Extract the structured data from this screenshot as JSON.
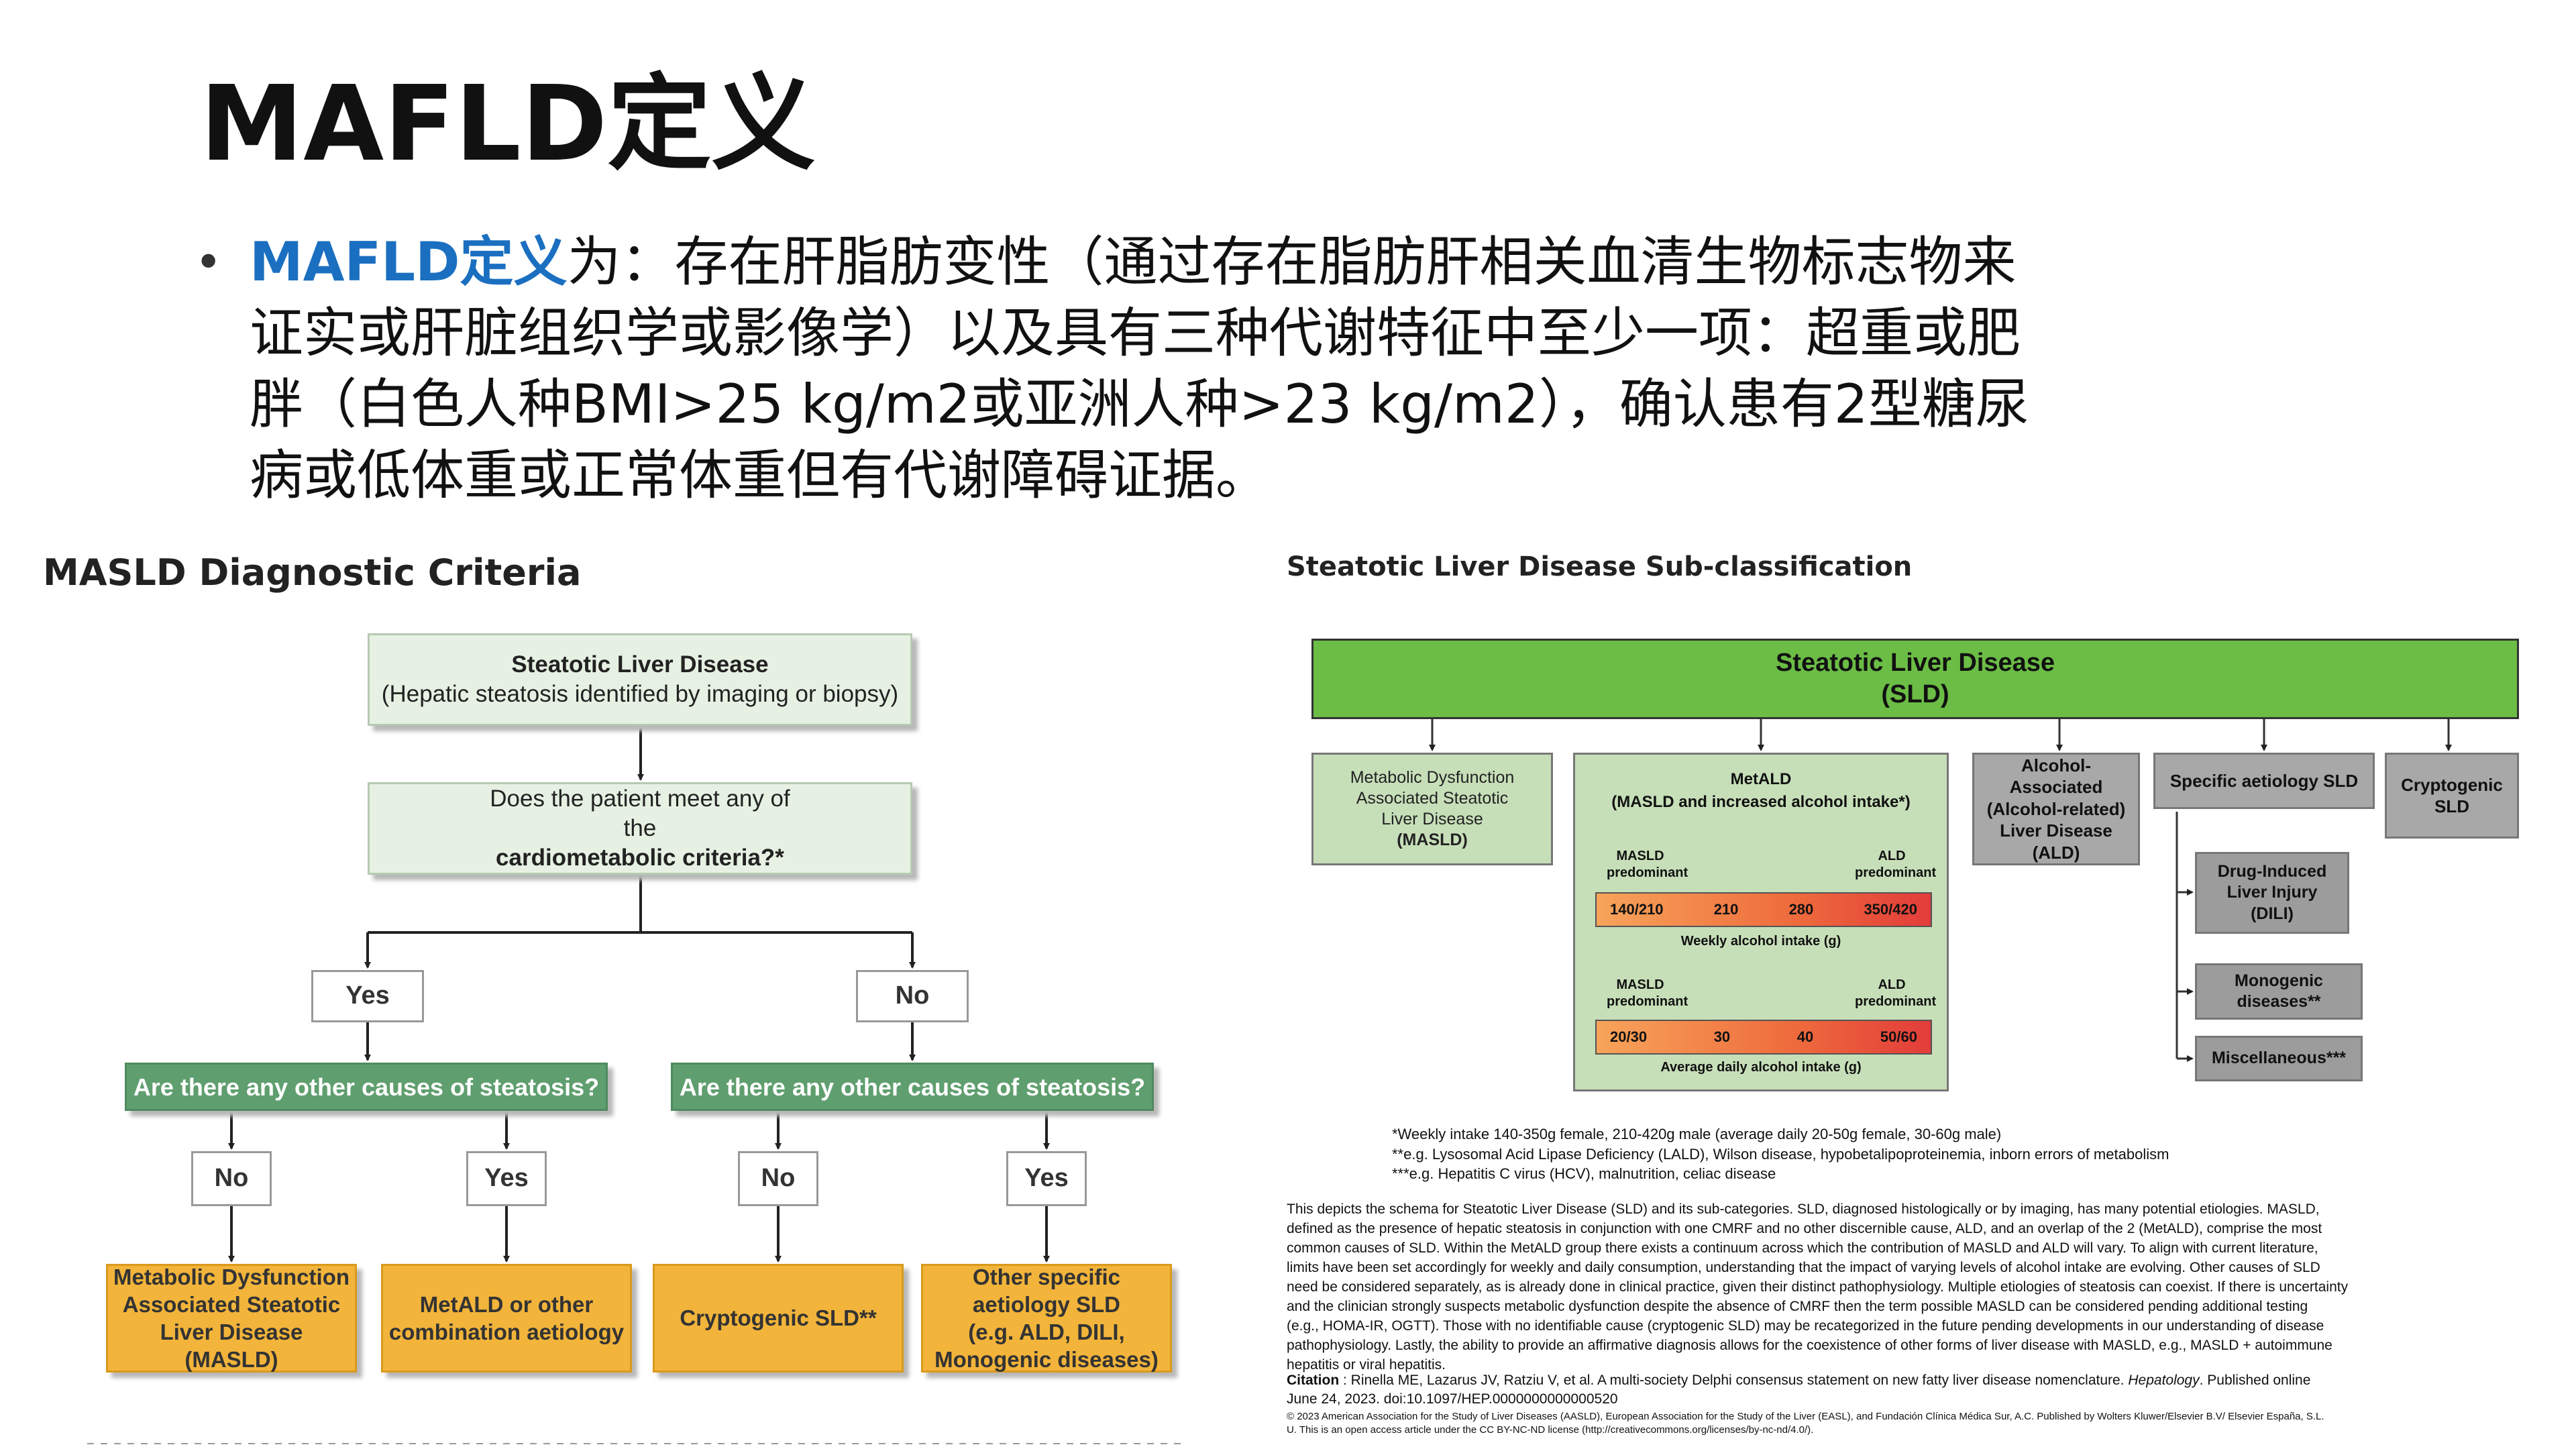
{
  "slide": {
    "title": "MAFLD定义",
    "bullet": {
      "highlight": "MAFLD定义",
      "lines": [
        "为：存在肝脂肪变性（通过存在脂肪肝相关血清生物标志物来",
        "证实或肝脏组织学或影像学）以及具有三种代谢特征中至少一项：超重或肥",
        "胖（白色人种BMI>25 kg/m2或亚洲人种>23 kg/m2），确认患有2型糖尿",
        "病或低体重或正常体重但有代谢障碍证据。"
      ]
    }
  },
  "left_figure": {
    "title": "MASLD Diagnostic Criteria",
    "top_box": {
      "line1": "Steatotic Liver Disease",
      "line2": "(Hepatic steatosis identified by imaging or biopsy)"
    },
    "question_box": {
      "line1": "Does the patient meet any of",
      "line2_prefix": "the ",
      "line2_bold": "cardiometabolic criteria?*"
    },
    "yes_label": "Yes",
    "no_label": "No",
    "left_question": "Are there any other causes of steatosis?",
    "right_question": "Are there any other causes of steatosis?",
    "sub_labels": [
      "No",
      "Yes",
      "No",
      "Yes"
    ],
    "outcomes": [
      {
        "lines": [
          "Metabolic Dysfunction",
          "Associated Steatotic",
          "Liver Disease",
          "(MASLD)"
        ]
      },
      {
        "lines": [
          "MetALD or other",
          "combination aetiology"
        ]
      },
      {
        "lines": [
          "Cryptogenic SLD**"
        ]
      },
      {
        "lines": [
          "Other specific",
          "aetiology SLD",
          "(e.g. ALD, DILI,",
          "Monogenic diseases)"
        ]
      }
    ]
  },
  "right_figure": {
    "title": "Steatotic Liver Disease Sub-classification",
    "top_bar": {
      "line1": "Steatotic Liver Disease",
      "line2": "(SLD)"
    },
    "masld_box": {
      "lines": [
        "Metabolic Dysfunction",
        "Associated Steatotic",
        "Liver Disease",
        "(MASLD)"
      ]
    },
    "metald": {
      "line1": "MetALD",
      "line2": "(MASLD and increased alcohol intake*)",
      "left_label": [
        "MASLD",
        "predominant"
      ],
      "right_label": [
        "ALD",
        "predominant"
      ],
      "weekly_values": [
        "140/210",
        "210",
        "280",
        "350/420"
      ],
      "weekly_caption": "Weekly alcohol intake (g)",
      "daily_values": [
        "20/30",
        "30",
        "40",
        "50/60"
      ],
      "daily_caption": "Average daily alcohol intake (g)"
    },
    "ald_box": {
      "lines": [
        "Alcohol-",
        "Associated",
        "(Alcohol-related)",
        "Liver Disease",
        "(ALD)"
      ]
    },
    "specific_box": {
      "lines": [
        "Specific aetiology SLD"
      ]
    },
    "cryptogenic_box": {
      "lines": [
        "Cryptogenic",
        "SLD"
      ]
    },
    "sub_boxes": [
      {
        "lines": [
          "Drug-Induced",
          "Liver Injury",
          "(DILI)"
        ]
      },
      {
        "lines": [
          "Monogenic",
          "diseases**"
        ]
      },
      {
        "lines": [
          "Miscellaneous***"
        ]
      }
    ],
    "footnotes": [
      "*Weekly intake 140-350g female, 210-420g male (average daily 20-50g female, 30-60g male)",
      "**e.g. Lysosomal Acid Lipase Deficiency (LALD), Wilson disease, hypobetalipoproteinemia, inborn errors of metabolism",
      "***e.g. Hepatitis C virus (HCV), malnutrition, celiac disease"
    ],
    "description_lines": [
      "This depicts the schema for Steatotic Liver Disease (SLD) and its sub-categories. SLD, diagnosed histologically or by imaging, has many potential etiologies. MASLD,",
      "defined as the presence of hepatic steatosis in conjunction with one CMRF and no other discernible cause, ALD, and an overlap of the 2 (MetALD), comprise the most",
      "common causes of SLD. Within the MetALD group there exists a continuum across which the contribution of MASLD and ALD will vary. To align with current literature,",
      "limits have been set accordingly for weekly and daily consumption, understanding that the impact of varying levels of alcohol intake are evolving.  Other causes of SLD",
      "need be considered separately, as is already done in clinical practice, given their distinct pathophysiology. Multiple etiologies of steatosis can coexist. If there is uncertainty",
      "and the clinician strongly suspects metabolic dysfunction despite the absence of CMRF then the term possible MASLD can be considered pending additional testing",
      "(e.g., HOMA-IR, OGTT). Those with no identifiable cause (cryptogenic SLD) may be recategorized in the future pending developments in our understanding of disease",
      "pathophysiology.  Lastly, the ability to provide an affirmative diagnosis allows for the coexistence of other forms of liver disease with MASLD, e.g., MASLD + autoimmune",
      "hepatitis or viral hepatitis."
    ],
    "citation_label": "Citation",
    "citation_text": " : Rinella ME, Lazarus JV, Ratziu V, et al. A multi-society Delphi consensus statement on new fatty liver disease nomenclature. ",
    "citation_journal": "Hepatology",
    "citation_tail": ". Published online",
    "citation_line2": "June 24, 2023. doi:10.1097/HEP.0000000000000520",
    "copyright_lines": [
      "© 2023 American Association for the Study of Liver Diseases (AASLD), European Association for the Study of the Liver (EASL), and Fundación Clínica Médica Sur, A.C. Published by Wolters Kluwer/Elsevier B.V/ Elsevier España, S.L.",
      "U. This is an open access article under the CC BY-NC-ND license (http://creativecommons.org/licenses/by-nc-nd/4.0/)."
    ]
  }
}
